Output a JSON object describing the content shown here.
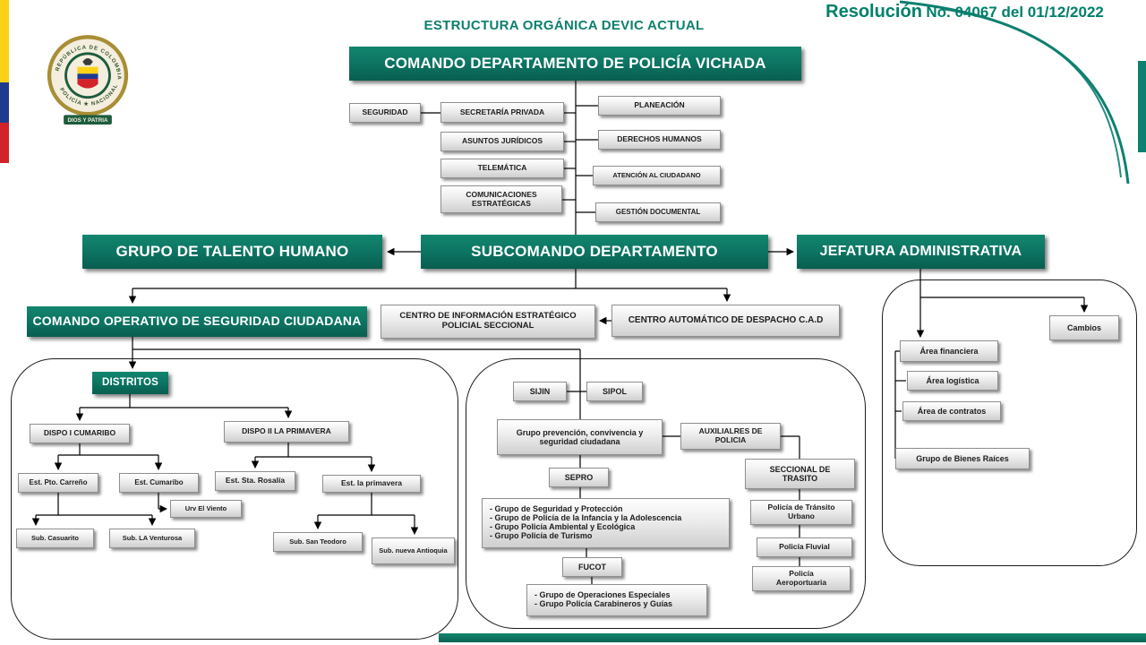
{
  "header": {
    "title": "ESTRUCTURA ORGÁNICA DEVIC ACTUAL",
    "resolution_word": "Resolución",
    "resolution_number": "No. 04067 del 01/12/2022"
  },
  "logo": {
    "top_arc": "REPÚBLICA DE COLOMBIA",
    "bottom_arc": "POLICÍA ★ NACIONAL",
    "banner": "DIOS Y PATRIA"
  },
  "colors": {
    "teal": "#0C7A68",
    "teal_light": "#12866F",
    "flag_yellow": "#FCD116",
    "flag_blue": "#1F3B8F",
    "flag_red": "#D2232A",
    "gray_border": "#8F8F8F"
  },
  "nodes": {
    "comando": "COMANDO DEPARTAMENTO DE POLICÍA VICHADA",
    "seguridad": "SEGURIDAD",
    "secretaria": "SECRETARÍA PRIVADA",
    "asuntos": "ASUNTOS JURÍDICOS",
    "telematica": "TELEMÁTICA",
    "comunicaciones": "COMUNICACIONES ESTRATÉGICAS",
    "planeacion": "PLANEACIÓN",
    "derechos": "DERECHOS HUMANOS",
    "atencion": "ATENCIÓN AL CIUDADANO",
    "gestion": "GESTIÓN DOCUMENTAL",
    "talento": "GRUPO DE TALENTO HUMANO",
    "subcomando": "SUBCOMANDO DEPARTAMENTO",
    "jefatura": "JEFATURA ADMINISTRATIVA",
    "operativo": "COMANDO OPERATIVO DE SEGURIDAD CIUDADANA",
    "cieps": "CENTRO DE INFORMACIÓN ESTRATÉGICO POLICIAL SECCIONAL",
    "cad": "CENTRO AUTOMÁTICO DE DESPACHO C.A.D",
    "distritos": "DISTRITOS",
    "dispo1": "DISPO I CUMARIBO",
    "dispo2": "DISPO II LA PRIMAVERA",
    "est_pto": "Est. Pto. Carreño",
    "est_cumaribo": "Est. Cumaribo",
    "est_sta": "Est. Sta. Rosalía",
    "est_primavera": "Est. la primavera",
    "urv": "Urv El Viento",
    "sub_casuarito": "Sub. Casuarito",
    "sub_venturosa": "Sub. LA Venturosa",
    "sub_teodoro": "Sub. San Teodoro",
    "sub_antioquia": "Sub. nueva Antioquia",
    "sijin": "SIJIN",
    "sipol": "SIPOL",
    "prevencion": "Grupo prevención, convivencia y seguridad ciudadana",
    "auxiliares": "AUXILIALRES DE POLICIA",
    "sepro": "SEPRO",
    "grupos1": [
      "- Grupo de Seguridad y Protección",
      "- Grupo de Policía de la Infancia y la  Adolescencia",
      "- Grupo Policía Ambiental y Ecológica",
      "- Grupo Policía de Turismo"
    ],
    "fucot": "FUCOT",
    "grupos2": [
      "- Grupo de Operaciones Especiales",
      "-  Grupo Policía Carabineros y Guías"
    ],
    "seccional": "SECCIONAL DE TRASITO",
    "transito_urbano": "Policía de Tránsito Urbano",
    "fluvial": "Policía Fluvial",
    "aeroportuaria": "Policía Aeroportuaria",
    "cambios": "Cambios",
    "financiera": "Área financiera",
    "logistica": "Área logística",
    "contratos": "Área de contratos",
    "bienes": "Grupo de Bienes Raíces"
  }
}
